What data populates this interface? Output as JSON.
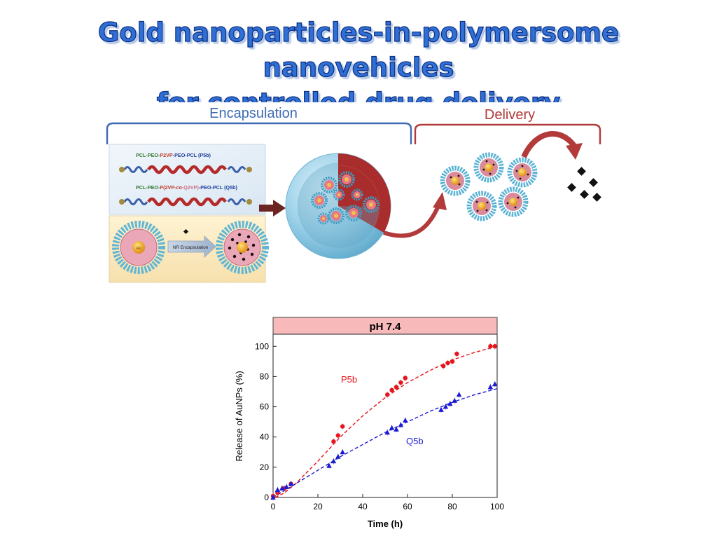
{
  "slide": {
    "title_line1": "Gold nanoparticles-in-polymersome nanovehicles",
    "title_line2": "for controlled drug delivery"
  },
  "schematic": {
    "encapsulation_label": "Encapsulation",
    "delivery_label": "Delivery",
    "polymer1_prefix": "PCL-PEO-",
    "polymer1_block": "P2VP",
    "polymer1_suffix": "-PEO-PCL (P5b)",
    "polymer2_prefix": "PCL-PEO-",
    "polymer2_block1": "P(2VP-",
    "polymer2_co": "co",
    "polymer2_block2": "-Q2VP)",
    "polymer2_suffix": "-PEO-PCL (Q5b)",
    "au_label": "Au",
    "nr_arrow_label": "NR Encapsulation",
    "colors": {
      "encap_bracket": "#3d6bb3",
      "delivery_bracket": "#b23a3a",
      "vesicle": "#8ec9e3",
      "membrane": "#a92d2d"
    }
  },
  "chart_data": {
    "type": "scatter",
    "title": "pH 7.4",
    "xlabel": "Time (h)",
    "ylabel": "Release of AuNPs (%)",
    "xlim": [
      0,
      100
    ],
    "ylim": [
      0,
      108
    ],
    "xticks": [
      "0",
      "20",
      "40",
      "60",
      "80",
      "100"
    ],
    "yticks": [
      "0",
      "20",
      "40",
      "60",
      "80",
      "100"
    ],
    "series": [
      {
        "name": "P5b",
        "color": "#e8131b",
        "marker": "circle",
        "x": [
          0,
          2,
          5,
          8,
          27,
          29,
          31,
          51,
          53,
          55,
          57,
          59,
          76,
          78,
          80,
          82,
          97,
          99
        ],
        "y": [
          1,
          3,
          6,
          9,
          37,
          41,
          47,
          68,
          71,
          73,
          76,
          79,
          87,
          89,
          90,
          95,
          100,
          100
        ],
        "fit": [
          [
            1,
            0
          ],
          [
            5,
            3
          ],
          [
            10,
            9
          ],
          [
            20,
            24
          ],
          [
            30,
            40
          ],
          [
            40,
            54
          ],
          [
            50,
            66
          ],
          [
            60,
            76
          ],
          [
            70,
            84
          ],
          [
            80,
            91
          ],
          [
            90,
            96
          ],
          [
            100,
            100
          ]
        ]
      },
      {
        "name": "Q5b",
        "color": "#1a1ad6",
        "marker": "triangle",
        "x": [
          0,
          2,
          4,
          6,
          8,
          25,
          27,
          29,
          31,
          51,
          53,
          55,
          57,
          59,
          75,
          77,
          79,
          81,
          83,
          97,
          99
        ],
        "y": [
          0,
          5,
          6,
          7,
          9,
          21,
          24,
          27,
          30,
          43,
          46,
          45,
          48,
          51,
          58,
          60,
          62,
          64,
          68,
          73,
          75
        ],
        "fit": [
          [
            0,
            0
          ],
          [
            10,
            9
          ],
          [
            20,
            18
          ],
          [
            30,
            27
          ],
          [
            40,
            35
          ],
          [
            50,
            43
          ],
          [
            60,
            50
          ],
          [
            70,
            57
          ],
          [
            80,
            63
          ],
          [
            90,
            68
          ],
          [
            100,
            72
          ]
        ]
      }
    ]
  }
}
